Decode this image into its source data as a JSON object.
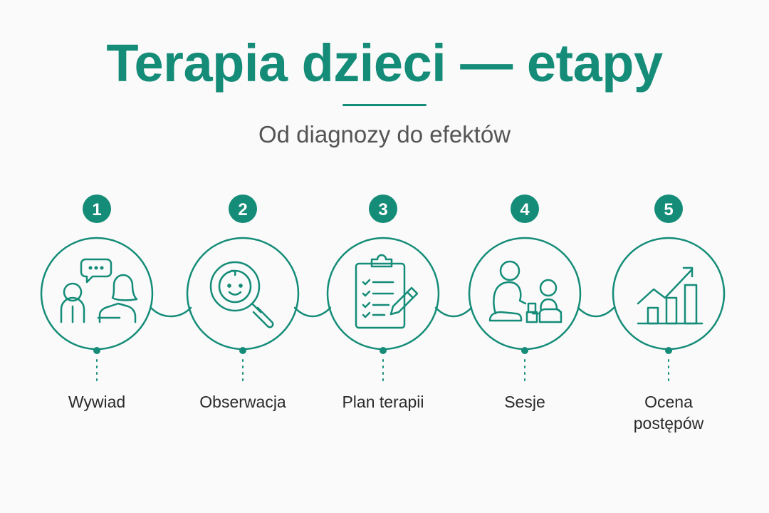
{
  "title": "Terapia dzieci — etapy",
  "subtitle": "Od diagnozy do efektów",
  "colors": {
    "accent": "#148c78",
    "text": "#2a2a2a",
    "muted": "#555555",
    "background": "#fafafa"
  },
  "steps": [
    {
      "number": "1",
      "label": "Wywiad",
      "icon": "conversation-icon"
    },
    {
      "number": "2",
      "label": "Obserwacja",
      "icon": "magnifier-child-icon"
    },
    {
      "number": "3",
      "label": "Plan terapii",
      "icon": "clipboard-checklist-icon"
    },
    {
      "number": "4",
      "label": "Sesje",
      "icon": "therapist-child-blocks-icon"
    },
    {
      "number": "5",
      "label_line1": "Ocena",
      "label_line2": "postępów",
      "icon": "growth-chart-icon"
    }
  ]
}
